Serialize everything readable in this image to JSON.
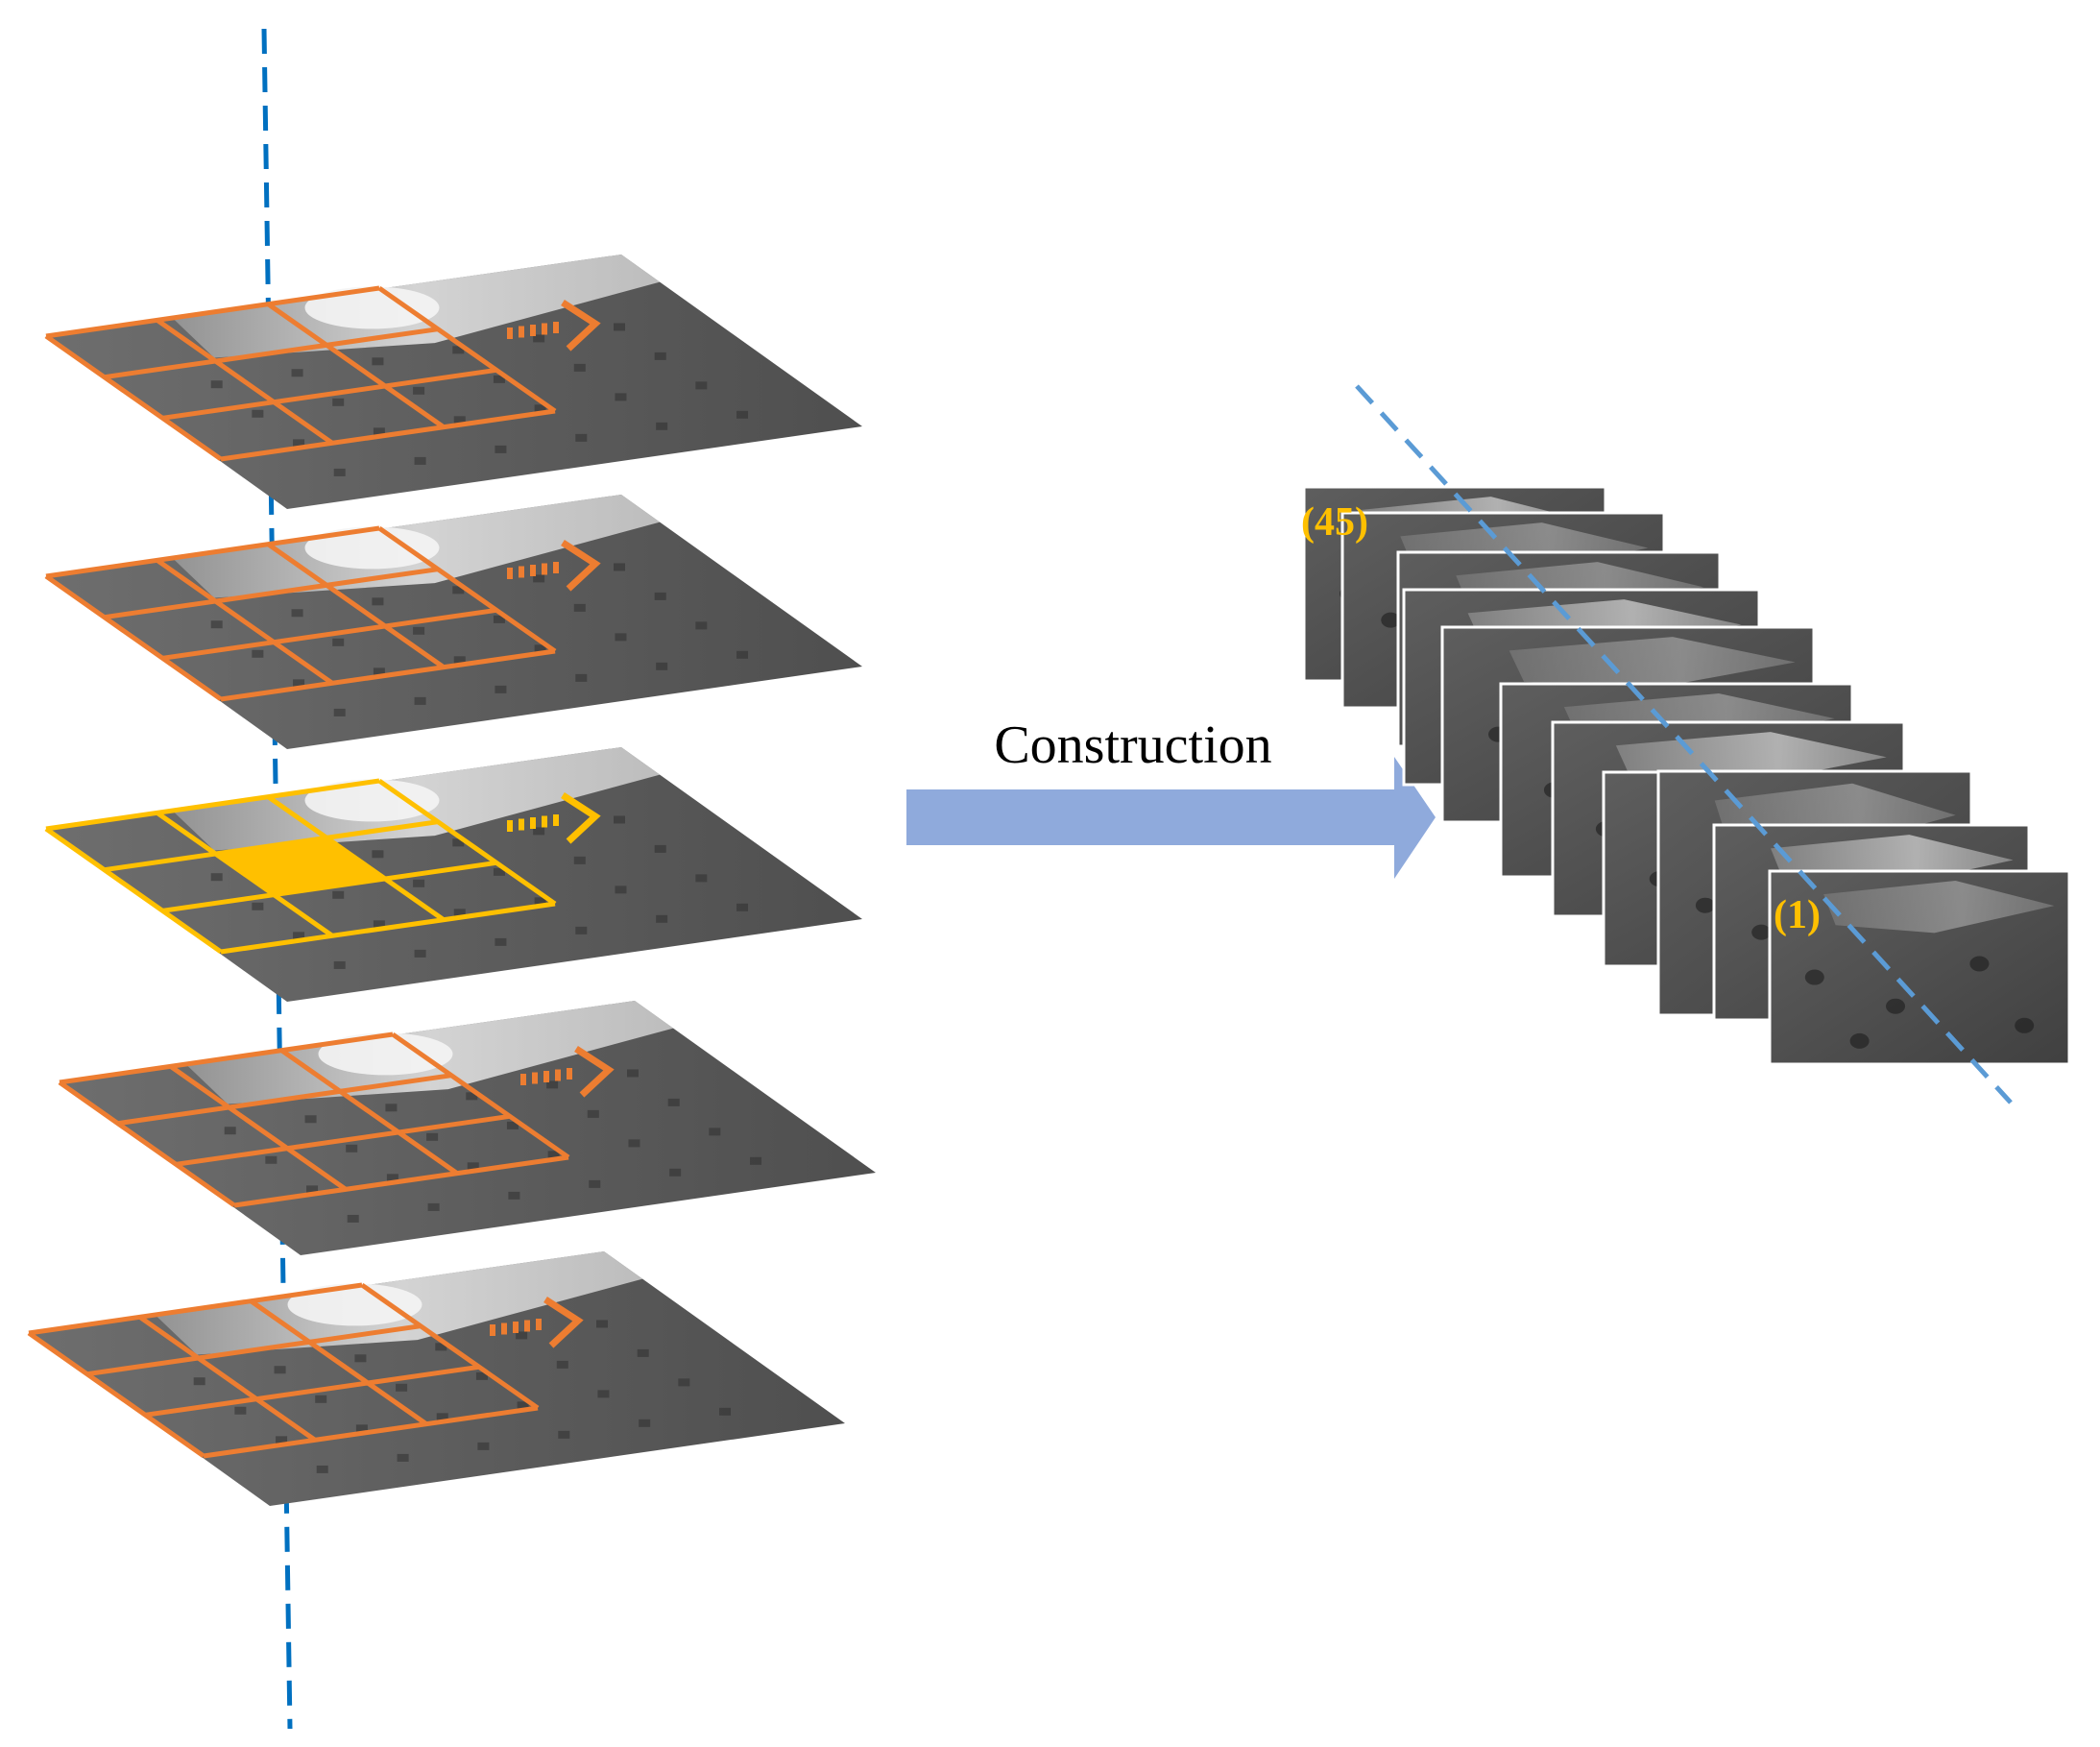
{
  "diagram": {
    "arrow_label": "Construction",
    "stack_top_label": "(45)",
    "stack_bottom_label": "(1)",
    "source_frame_count": 5,
    "stack_frame_count": 11,
    "highlighted_frame": 3,
    "grid_cells": "3x3"
  },
  "colors": {
    "grid_orange": "#ED7D31",
    "grid_highlight": "#FFC000",
    "axis_blue": "#0070C0",
    "axis_light_blue": "#5B9BD5",
    "arrow_fill": "#8FAADC",
    "index_label": "#FFC000"
  }
}
